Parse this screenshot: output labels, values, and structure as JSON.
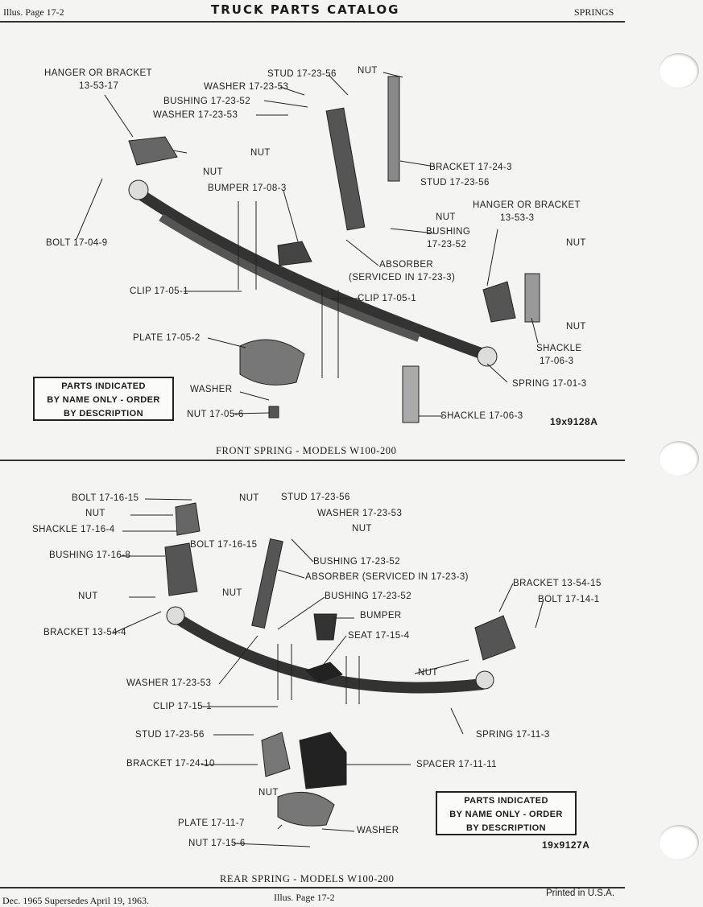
{
  "header": {
    "left": "Illus. Page 17-2",
    "title": "TRUCK PARTS CATALOG",
    "right": "SPRINGS"
  },
  "front": {
    "labels": [
      "HANGER OR BRACKET",
      "13-53-17",
      "STUD 17-23-56",
      "NUT",
      "WASHER 17-23-53",
      "BUSHING 17-23-52",
      "WASHER 17-23-53",
      "NUT",
      "NUT",
      "BRACKET 17-24-3",
      "STUD 17-23-56",
      "BUMPER 17-08-3",
      "NUT",
      "HANGER OR BRACKET",
      "13-53-3",
      "BUSHING",
      "17-23-52",
      "NUT",
      "BOLT 17-04-9",
      "ABSORBER",
      "(SERVICED IN 17-23-3)",
      "CLIP 17-05-1",
      "CLIP 17-05-1",
      "NUT",
      "PLATE 17-05-2",
      "SHACKLE",
      "17-06-3",
      "SPRING 17-01-3",
      "WASHER",
      "NUT 17-05-6",
      "SHACKLE 17-06-3"
    ],
    "note": [
      "PARTS INDICATED",
      "BY NAME ONLY - ORDER",
      "BY DESCRIPTION"
    ],
    "figure_id": "19x9128A",
    "caption": "FRONT SPRING - MODELS W100-200"
  },
  "rear": {
    "labels": [
      "BOLT 17-16-15",
      "NUT",
      "STUD 17-23-56",
      "WASHER 17-23-53",
      "NUT",
      "SHACKLE 17-16-4",
      "NUT",
      "BOLT 17-16-15",
      "BUSHING 17-16-8",
      "BUSHING 17-23-52",
      "ABSORBER (SERVICED IN 17-23-3)",
      "BRACKET 13-54-15",
      "NUT",
      "BUSHING 17-23-52",
      "NUT",
      "BOLT 17-14-1",
      "BUMPER",
      "BRACKET 13-54-4",
      "SEAT 17-15-4",
      "NUT",
      "WASHER 17-23-53",
      "CLIP 17-15-1",
      "SPRING 17-11-3",
      "STUD 17-23-56",
      "BRACKET 17-24-10",
      "SPACER 17-11-11",
      "NUT",
      "PLATE 17-11-7",
      "WASHER",
      "NUT 17-15-6"
    ],
    "note": [
      "PARTS INDICATED",
      "BY NAME ONLY - ORDER",
      "BY DESCRIPTION"
    ],
    "figure_id": "19x9127A",
    "caption": "REAR SPRING - MODELS W100-200"
  },
  "footer": {
    "left": "Dec. 1965 Supersedes April 19, 1963.",
    "center": "Illus. Page 17-2",
    "right": "Printed in U.S.A."
  }
}
